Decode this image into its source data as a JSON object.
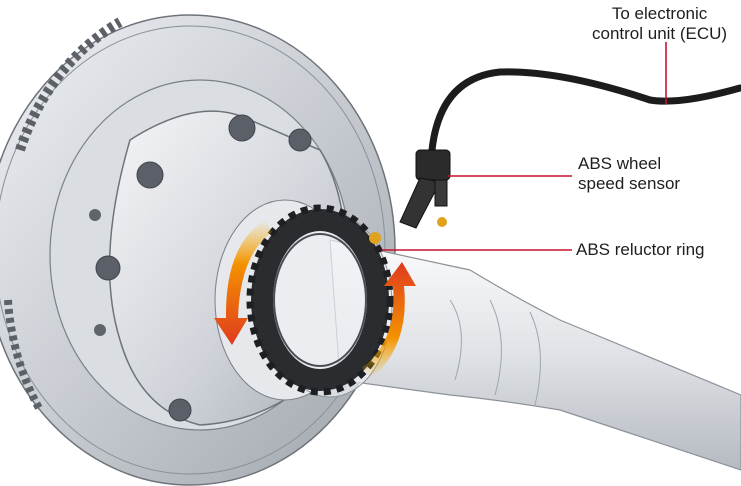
{
  "labels": {
    "ecu": {
      "line1": "To electronic",
      "line2": "control unit (ECU)"
    },
    "sensor": {
      "line1": "ABS wheel",
      "line2": "speed sensor"
    },
    "ring": {
      "line1": "ABS reluctor ring"
    }
  },
  "colors": {
    "leader_line": "#c8102e",
    "rotation_arrow_start": "#f7b500",
    "rotation_arrow_end": "#e03a1e",
    "metal": "#d4d8de",
    "cable": "#1c1c1c"
  }
}
